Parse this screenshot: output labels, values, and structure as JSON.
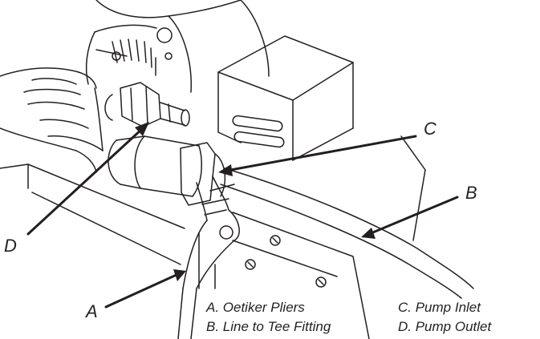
{
  "callouts": {
    "a": "A",
    "b": "B",
    "c": "C",
    "d": "D"
  },
  "legend": {
    "a": "A. Oetiker Pliers",
    "b": "B. Line to Tee Fitting",
    "c": "C. Pump Inlet",
    "d": "D. Pump Outlet"
  },
  "colors": {
    "ink": "#231f20",
    "paper": "#ffffff"
  }
}
